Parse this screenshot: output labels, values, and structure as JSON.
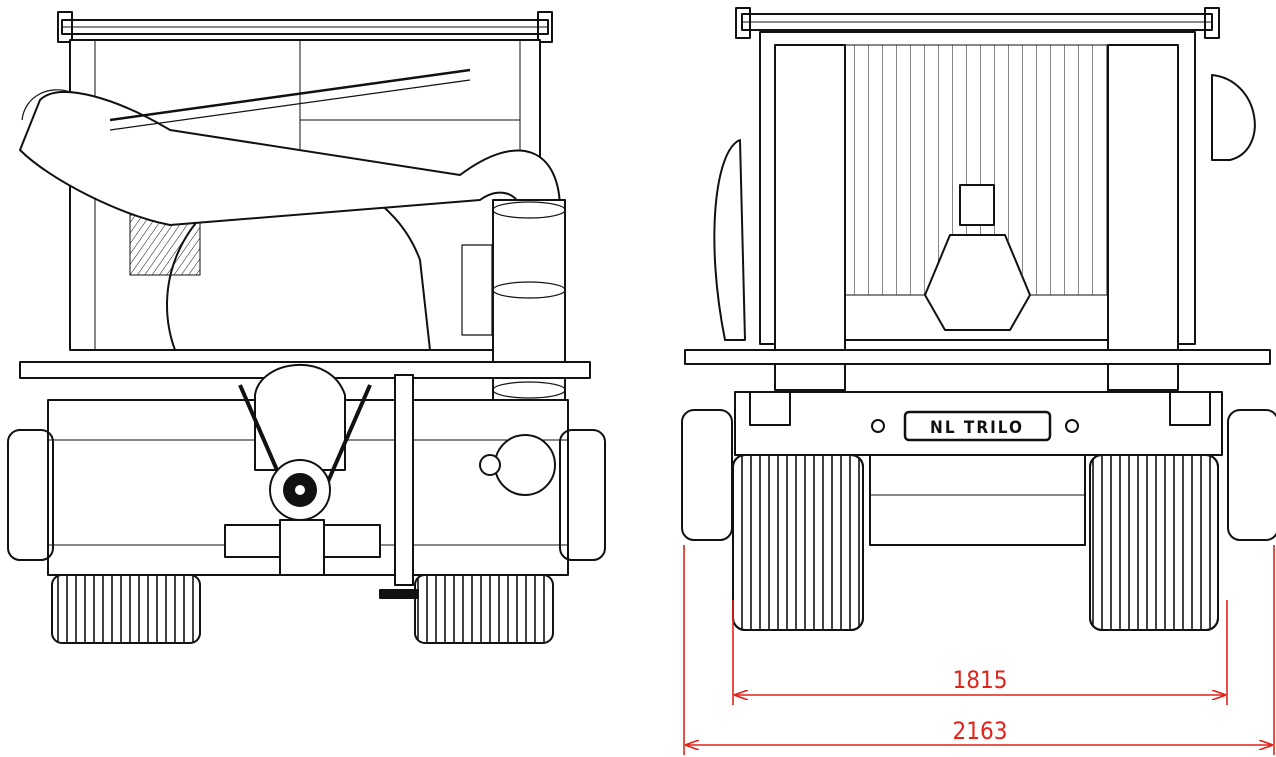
{
  "brand": {
    "logo_text": "NL TRILO"
  },
  "dimensions": {
    "track_width": "1815",
    "overall_width": "2163"
  },
  "colors": {
    "line": "#111111",
    "dimension": "#e2231a",
    "background": "#ffffff"
  }
}
